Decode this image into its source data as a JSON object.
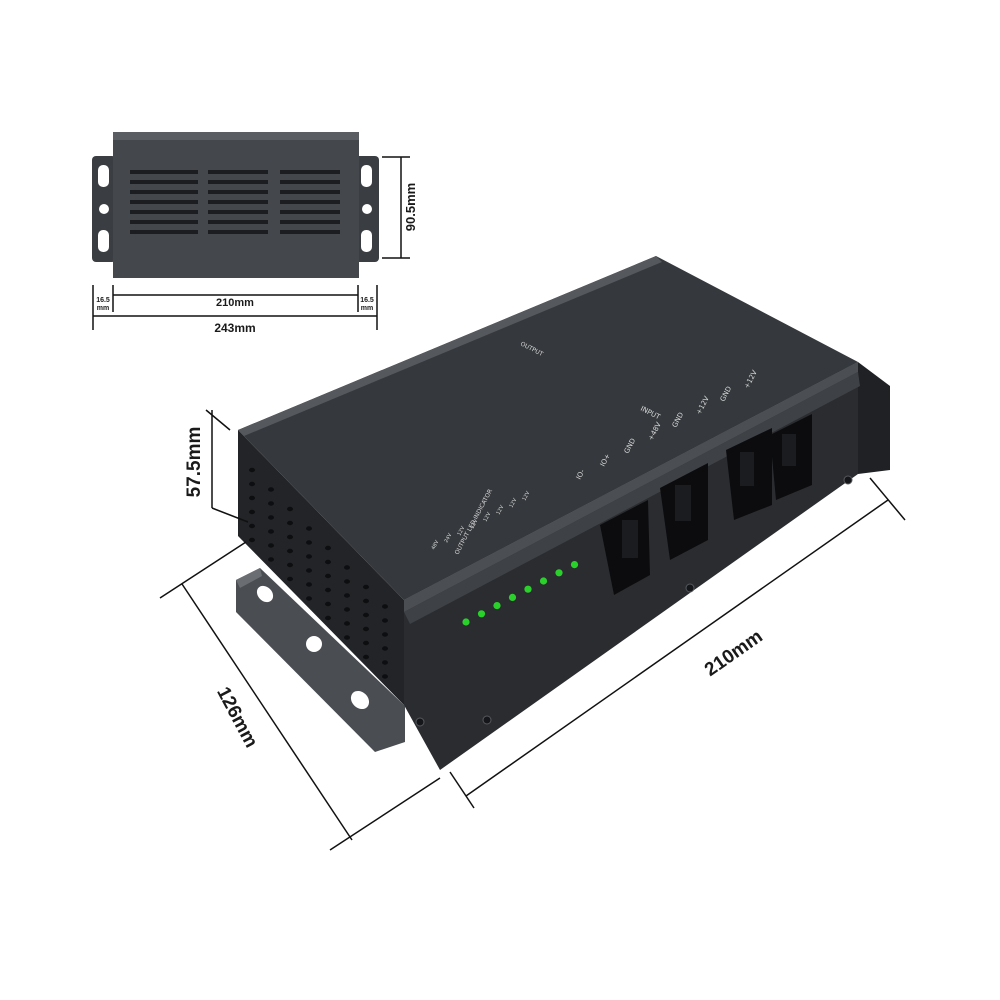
{
  "top_view": {
    "width_label": "210mm",
    "height_label": "90.5mm",
    "left_flange_label": "16.5",
    "left_flange_unit": "mm",
    "right_flange_label": "16.5",
    "right_flange_unit": "mm",
    "total_label": "243mm"
  },
  "iso_view": {
    "height_label": "57.5mm",
    "depth_label": "126mm",
    "length_label": "210mm",
    "panel": {
      "input_label": "INPUT",
      "output_label": "OUTPUT",
      "led_label": "OUTPUT LED INDICATOR",
      "led_count": 8,
      "led_color": "#2bd12b",
      "terminal_labels": [
        "IO-",
        "IO+",
        "GND",
        "+48V",
        "GND",
        "+12V",
        "GND",
        "+12V"
      ],
      "led_channel_labels": [
        "48V",
        "24V",
        "12V",
        "12V",
        "12V",
        "12V",
        "12V",
        "12V"
      ]
    }
  },
  "colors": {
    "enclosure_top": "#35383c",
    "enclosure_front": "#2a2c30",
    "enclosure_side": "#222428",
    "dimension_line": "#111111"
  }
}
